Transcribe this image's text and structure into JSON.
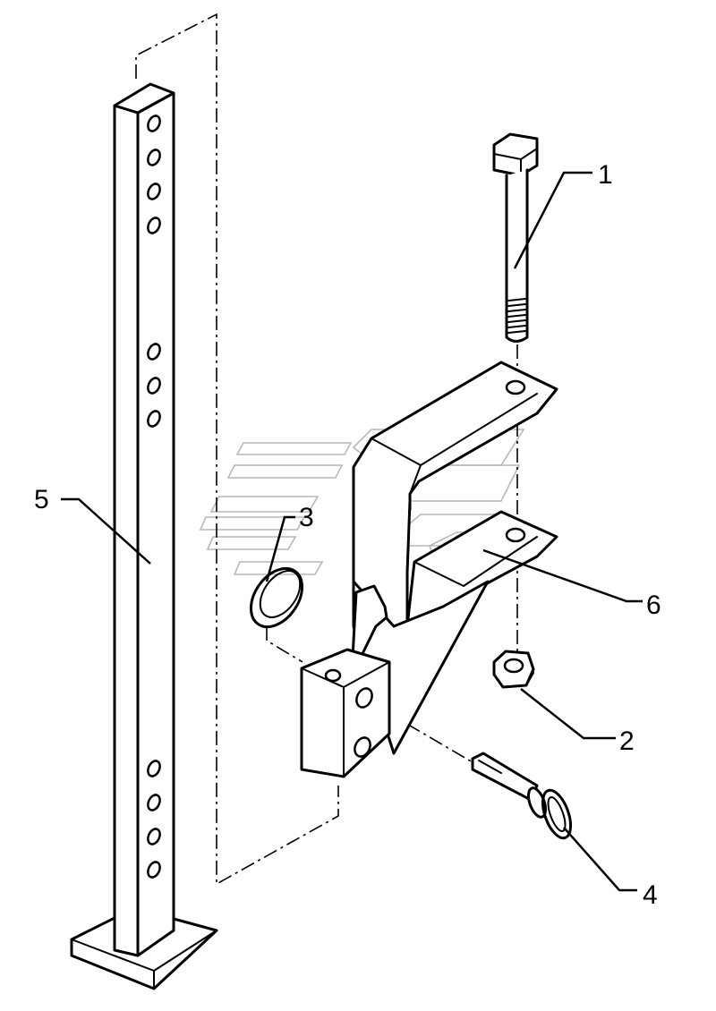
{
  "diagram": {
    "callouts": [
      {
        "id": "1",
        "label": "1",
        "part": "bolt"
      },
      {
        "id": "2",
        "label": "2",
        "part": "hex-nut"
      },
      {
        "id": "3",
        "label": "3",
        "part": "spring-ring"
      },
      {
        "id": "4",
        "label": "4",
        "part": "pin-with-ring"
      },
      {
        "id": "5",
        "label": "5",
        "part": "support-post"
      },
      {
        "id": "6",
        "label": "6",
        "part": "bracket"
      }
    ]
  }
}
